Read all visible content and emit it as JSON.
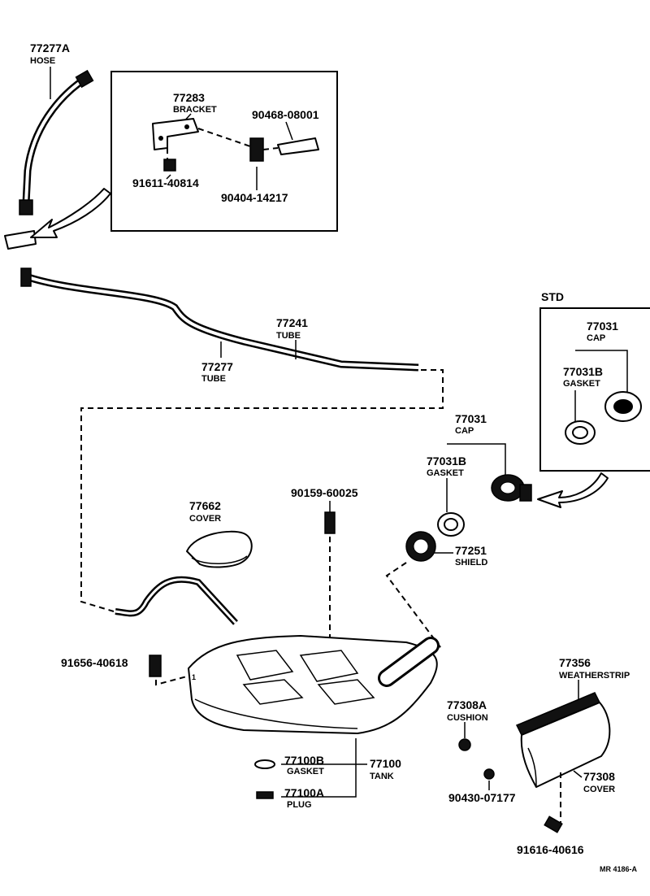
{
  "inset_top": {
    "bracket_no": "77283",
    "bracket_name": "BRACKET",
    "clip_no": "90468-08001",
    "bolt_no": "91611-40814",
    "union_no": "90404-14217"
  },
  "hose": {
    "no": "77277A",
    "name": "HOSE"
  },
  "tube_a": {
    "no": "77241",
    "name": "TUBE"
  },
  "tube_b": {
    "no": "77277",
    "name": "TUBE"
  },
  "std_inset": {
    "title": "STD",
    "cap_no": "77031",
    "cap_name": "CAP",
    "gasket_no": "77031B",
    "gasket_name": "GASKET"
  },
  "cap": {
    "no": "77031",
    "name": "CAP"
  },
  "cap_gasket": {
    "no": "77031B",
    "name": "GASKET"
  },
  "shield": {
    "no": "77251",
    "name": "SHIELD"
  },
  "cover_top": {
    "no": "77662",
    "name": "COVER"
  },
  "tank_bolt": {
    "no": "90159-60025"
  },
  "side_bolt": {
    "no": "91656-40618"
  },
  "tank": {
    "no": "77100",
    "name": "TANK"
  },
  "drain_gasket": {
    "no": "77100B",
    "name": "GASKET"
  },
  "plug": {
    "no": "77100A",
    "name": "PLUG"
  },
  "cushion": {
    "no": "77308A",
    "name": "CUSHION"
  },
  "nut": {
    "no": "90430-07177"
  },
  "weatherstrip": {
    "no": "77356",
    "name": "WEATHERSTRIP"
  },
  "cover_side": {
    "no": "77308",
    "name": "COVER"
  },
  "cover_bolt": {
    "no": "91616-40616"
  },
  "footer_code": "MR 4186-A"
}
